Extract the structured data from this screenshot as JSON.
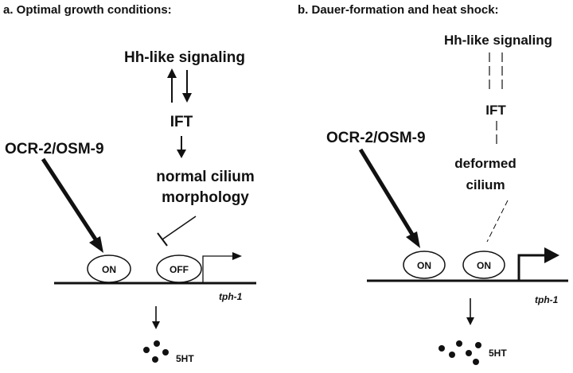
{
  "panel_a": {
    "title": "a. Optimal growth conditions:",
    "hh": "Hh-like signaling",
    "ift": "IFT",
    "cilium_line1": "normal cilium",
    "cilium_line2": "morphology",
    "receptor": "OCR-2/OSM-9",
    "oval_left": "ON",
    "oval_right": "OFF",
    "gene": "tph-1",
    "product": "5HT"
  },
  "panel_b": {
    "title": "b. Dauer-formation and heat shock:",
    "hh": "Hh-like signaling",
    "ift": "IFT",
    "cilium_line1": "deformed",
    "cilium_line2": "cilium",
    "receptor": "OCR-2/OSM-9",
    "oval_left": "ON",
    "oval_right": "ON",
    "gene": "tph-1",
    "product": "5HT"
  }
}
